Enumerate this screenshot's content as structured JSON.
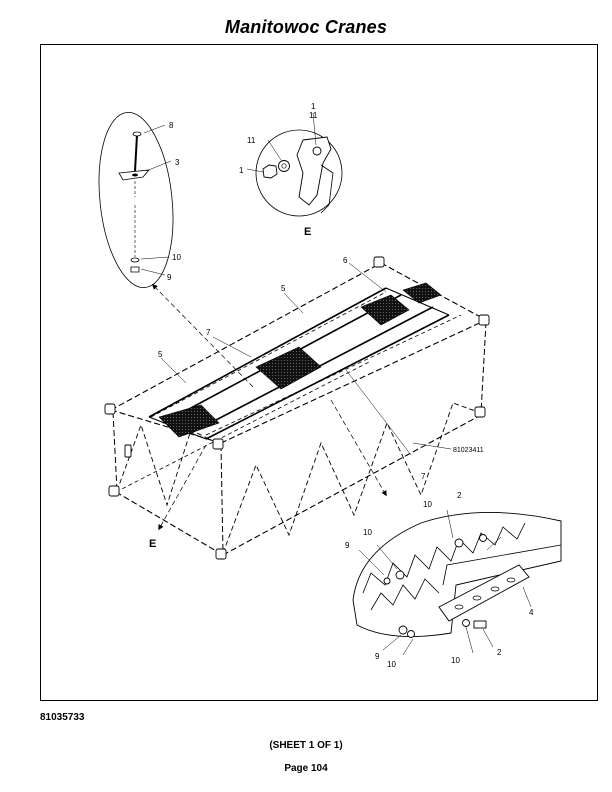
{
  "header": {
    "title": "Manitowoc Cranes"
  },
  "drawing": {
    "part_number": "81023411",
    "detail_view_label": "E",
    "callouts": {
      "c1": "1",
      "c2": "2",
      "c3": "3",
      "c4": "4",
      "c5": "5",
      "c6": "6",
      "c7": "7",
      "c8": "8",
      "c9": "9",
      "c10": "10",
      "c11": "11"
    }
  },
  "footer": {
    "document_number": "81035733",
    "sheet": "(SHEET 1 OF 1)",
    "page": "Page 104"
  }
}
